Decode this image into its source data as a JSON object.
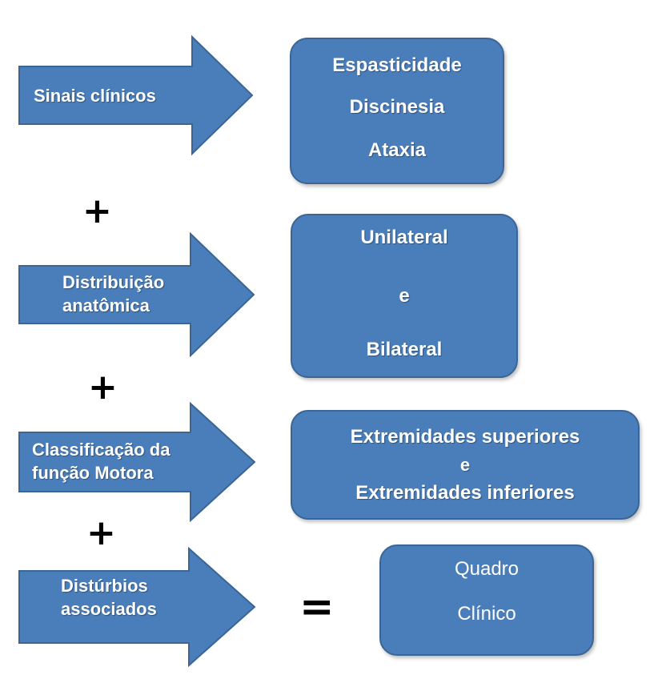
{
  "colors": {
    "shape_fill": "#4a7ebb",
    "shape_border": "#3a6595",
    "text": "#ffffff",
    "operator": "#000000"
  },
  "rows": [
    {
      "arrow_lines": [
        "Sinais clínicos"
      ],
      "box_lines": [
        "Espasticidade",
        "Discinesia",
        "Ataxia"
      ]
    },
    {
      "arrow_lines": [
        "Distribuição",
        "anatômica"
      ],
      "box_lines": [
        "Unilateral",
        "e",
        "Bilateral"
      ]
    },
    {
      "arrow_lines": [
        "Classificação da",
        "função Motora"
      ],
      "box_lines": [
        "Extremidades superiores",
        "e",
        "Extremidades inferiores"
      ]
    },
    {
      "arrow_lines": [
        "Distúrbios",
        "associados"
      ]
    }
  ],
  "operators": {
    "plus": "+",
    "equals": "="
  },
  "result": {
    "lines": [
      "Quadro",
      "Clínico"
    ]
  }
}
